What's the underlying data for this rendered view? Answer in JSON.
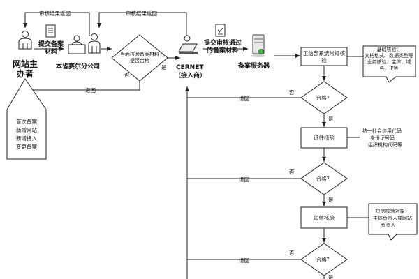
{
  "labels": {
    "audit_return_1": "审核结果返回",
    "audit_return_2": "审核结果返回",
    "submit_materials_l1": "提交备案",
    "submit_materials_l2": "材料",
    "site_owner_l1": "网站主",
    "site_owner_l2": "办者",
    "provincial_company": "本省赛尔分公司",
    "check_l1": "当面核验备案材料",
    "check_l2": "是否合格",
    "yes_1": "是",
    "no_1": "否",
    "return_left": "退回",
    "cernet_l1": "CERNET",
    "cernet_l2": "（接入商）",
    "submit_approved_l1": "提交审核通过",
    "submit_approved_l2": "的备案材料",
    "record_server": "备案服务器",
    "miit_check_l1": "工信部系统常规核",
    "miit_check_l2": "验",
    "basic_check": [
      "基础核验：",
      "文档格式、数据类型等",
      "业务核验：主体、域",
      "名、IP等"
    ],
    "cases": [
      "首次备案",
      "新增网站",
      "新增接入",
      "变更备案"
    ],
    "qualified": "合格？",
    "return": "退回",
    "no": "否",
    "yes": "是",
    "cert_check": "证件核验",
    "cert_info": [
      "统一社会信用代码",
      "身份证号码",
      "组织机构代码等"
    ],
    "sms_check": "短信核验",
    "sms_info": [
      "短信核验对象：",
      "主体负责人或网站",
      "负责人"
    ]
  },
  "icons": [
    "person-icon",
    "document-icon",
    "desk-clerk-icon",
    "person-icon",
    "laptop-operator-icon",
    "checklist-document-icon",
    "server-icon"
  ]
}
